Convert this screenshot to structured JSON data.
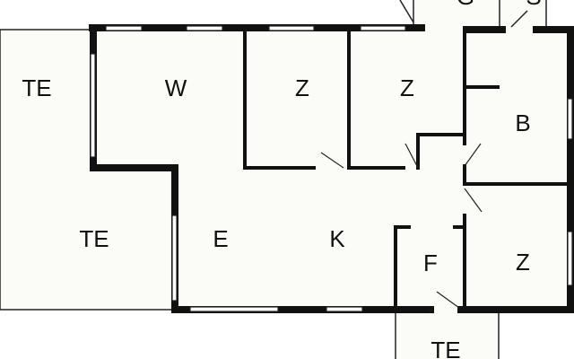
{
  "colors": {
    "floor": "#fbfbf7",
    "wall": "#111111",
    "thin_line": "#222222",
    "window_fill": "#ffffff",
    "label": "#111111"
  },
  "rooms": [
    {
      "id": "terrace-left-top",
      "label": "TE"
    },
    {
      "id": "living",
      "label": "W"
    },
    {
      "id": "bedroom-1",
      "label": "Z"
    },
    {
      "id": "bedroom-2",
      "label": "Z"
    },
    {
      "id": "bathroom",
      "label": "B"
    },
    {
      "id": "terrace-left-bottom",
      "label": "TE"
    },
    {
      "id": "dining",
      "label": "E"
    },
    {
      "id": "kitchen",
      "label": "K"
    },
    {
      "id": "hall",
      "label": "F"
    },
    {
      "id": "bedroom-3",
      "label": "Z"
    },
    {
      "id": "terrace-bottom",
      "label": "TE"
    },
    {
      "id": "storage-1",
      "label": "G"
    },
    {
      "id": "storage-2",
      "label": "S"
    }
  ]
}
